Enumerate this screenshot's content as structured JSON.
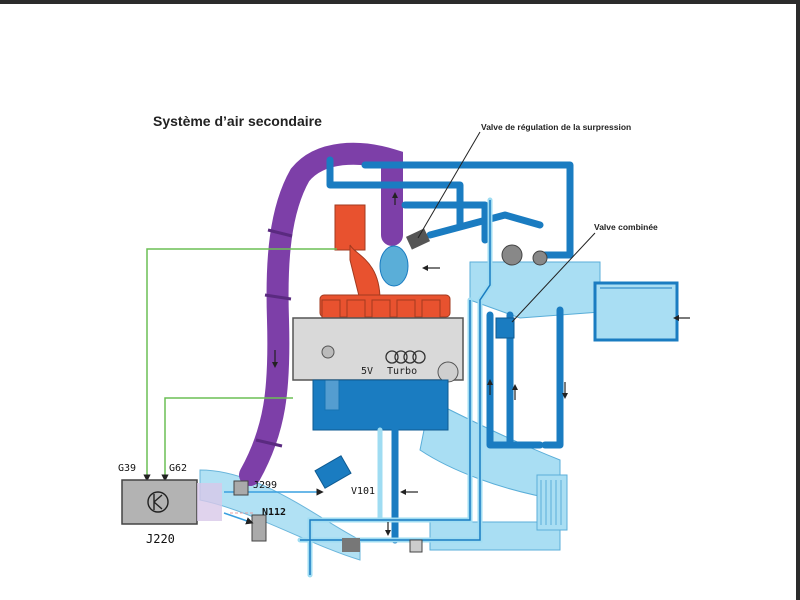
{
  "title": "Système d’air secondaire",
  "callouts": {
    "regulation_valve": "Valve de régulation de la surpression",
    "combined_valve": "Valve combinée"
  },
  "engine_labels": {
    "valves": "5V",
    "turbo": "Turbo"
  },
  "components": {
    "g39": "G39",
    "g62": "G62",
    "j299": "J299",
    "n112": "N112",
    "v101": "V101",
    "j220": "J220"
  },
  "colors": {
    "cold_air": "#1a7cc1",
    "fresh_air_light": "#9fdcf2",
    "exhaust": "#e8522f",
    "recirculation": "#7d3fa8",
    "signal_wire": "#6cbf55",
    "engine_block": "#d9d9d9",
    "ecu": "#b3b3b3"
  },
  "icons": {
    "ecu": "transistor-symbol-icon",
    "engine_brand": "four-rings-logo-icon"
  }
}
